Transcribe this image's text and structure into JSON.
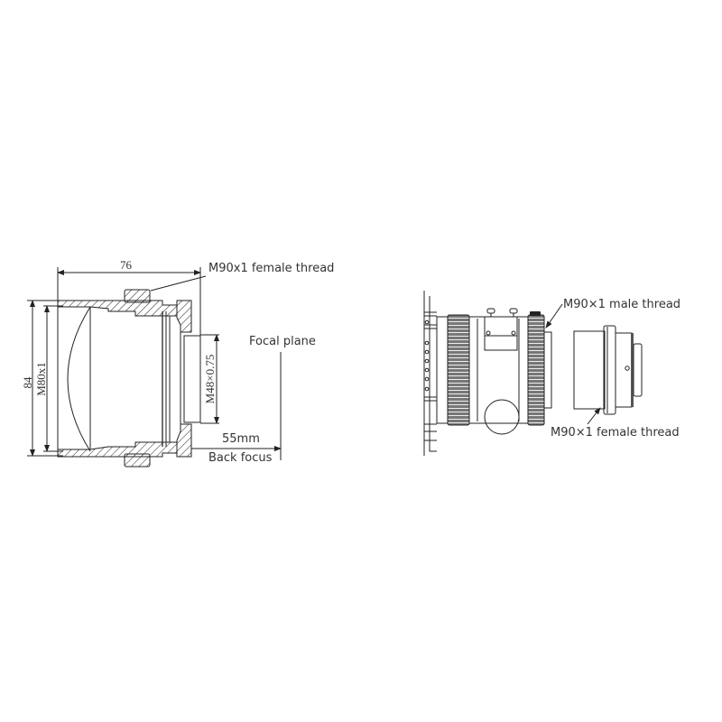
{
  "section_view": {
    "dimensions": {
      "overall_length": "76",
      "outer_diameter": "84",
      "front_thread": "M80x1",
      "rear_thread": "M48×0.75",
      "back_focus_distance": "55mm"
    },
    "labels": {
      "mount_thread": "M90x1 female thread",
      "focal_plane": "Focal plane",
      "back_focus": "Back focus"
    }
  },
  "assembly_view": {
    "labels": {
      "male_thread": "M90×1 male thread",
      "female_thread": "M90×1 female thread"
    }
  },
  "colors": {
    "line": "#222222",
    "text": "#333333",
    "knurl_dark": "#555555",
    "background": "#ffffff"
  }
}
